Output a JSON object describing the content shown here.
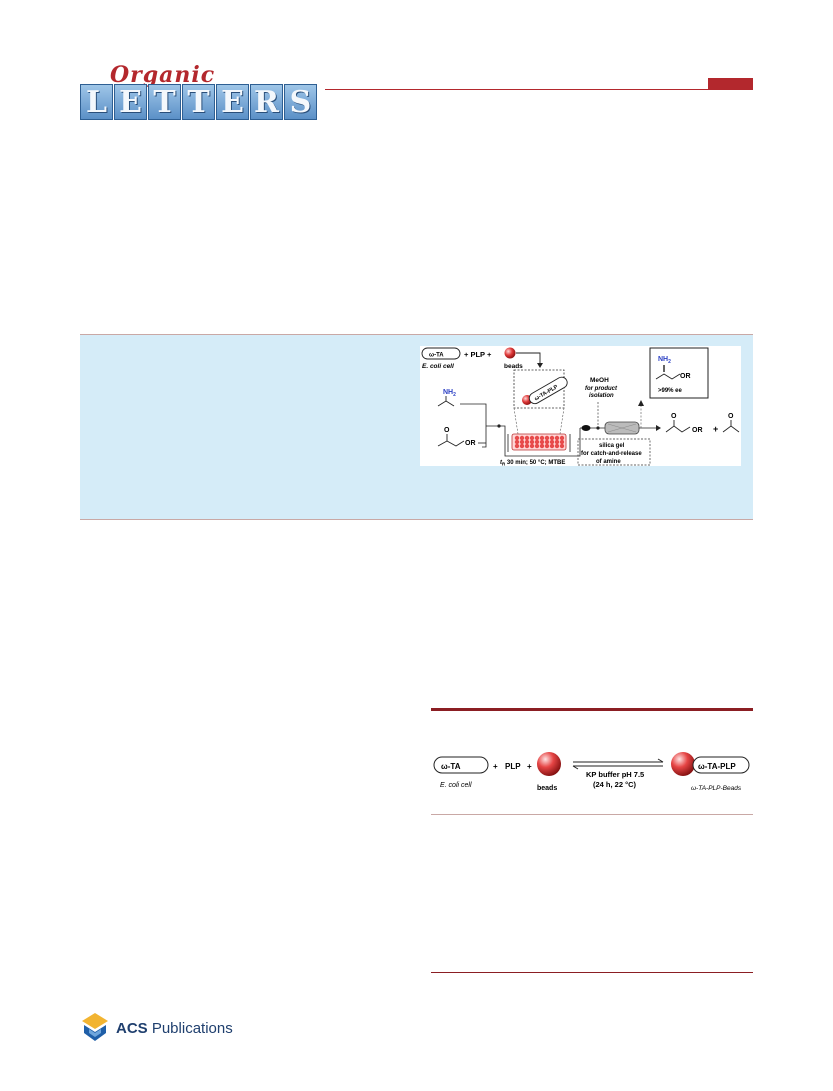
{
  "journal": {
    "script_word": "Organic",
    "tile_letters": [
      "L",
      "E",
      "T",
      "T",
      "E",
      "R",
      "S"
    ]
  },
  "toc_graphic": {
    "label_enzyme": "ω-TA",
    "label_cell": "E. coli cell",
    "label_plus1": "+ PLP +",
    "label_beads": "beads",
    "label_enzyme_bead": "ω-TA-PLP",
    "label_meoh": "MeOH",
    "label_product_isolation_1": "for product",
    "label_product_isolation_2": "isolation",
    "label_nh2": "NH",
    "label_nh2_sub": "2",
    "label_product_nh2": "NH",
    "label_product_nh2_sub": "2",
    "label_or_product": "OR",
    "label_ee": ">99% ee",
    "label_o_left": "O",
    "label_or_left": "OR",
    "label_conditions": "t",
    "label_conditions_sub": "R",
    "label_conditions_rest": " 30 min; 50 °C; MTBE",
    "label_silica_1": "silica gel",
    "label_silica_2": "for catch-and-release",
    "label_silica_3": "of amine",
    "label_o_right1": "O",
    "label_or_right": "OR",
    "label_plus_right": "+",
    "label_o_right2": "O"
  },
  "scheme": {
    "label_enzyme": "ω-TA",
    "label_plus1": "+",
    "label_plp": "PLP",
    "label_plus2": "+",
    "label_cell": "E. coli cell",
    "label_beads": "beads",
    "label_conditions_1": "KP buffer pH 7.5",
    "label_conditions_2": "(24 h, 22 °C)",
    "label_enzyme_bead": "ω-TA-PLP",
    "label_product": "ω-TA-PLP-Beads"
  },
  "publisher": {
    "name_bold": "ACS",
    "name_rest": " Publications"
  },
  "colors": {
    "brand_red": "#b3282d",
    "panel_blue": "#d5ecf8",
    "tile_blue": "#5b90c7",
    "amine_blue": "#2a3fc4"
  }
}
